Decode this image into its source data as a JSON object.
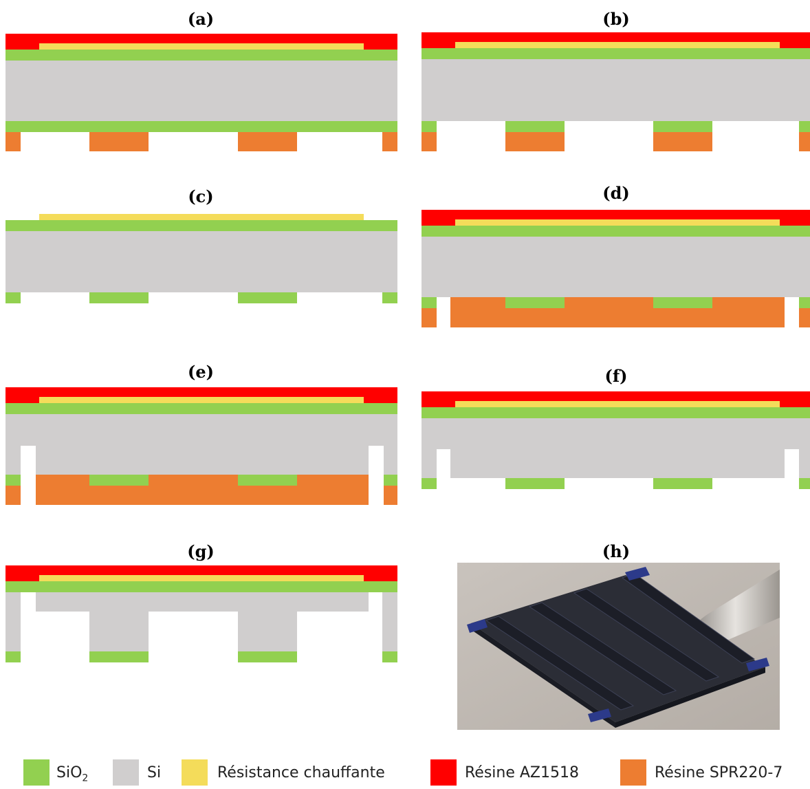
{
  "panels": {
    "a": "(a)",
    "b": "(b)",
    "c": "(c)",
    "d": "(d)",
    "e": "(e)",
    "f": "(f)",
    "g": "(g)",
    "h": "(h)"
  },
  "colors": {
    "sio2": "#92d050",
    "si": "#d0cece",
    "heater": "#f4dc5a",
    "az1518": "#ff0000",
    "spr220": "#ed7d31"
  },
  "legend": {
    "sio2_main": "SiO",
    "sio2_sub": "2",
    "si": "Si",
    "heater": "Résistance chauffante",
    "az1518": "Résine AZ1518",
    "spr220": "Résine SPR220-7"
  },
  "photo": {
    "subject": "fabricated silicon chip with heater and micro-channels held by tweezers"
  }
}
